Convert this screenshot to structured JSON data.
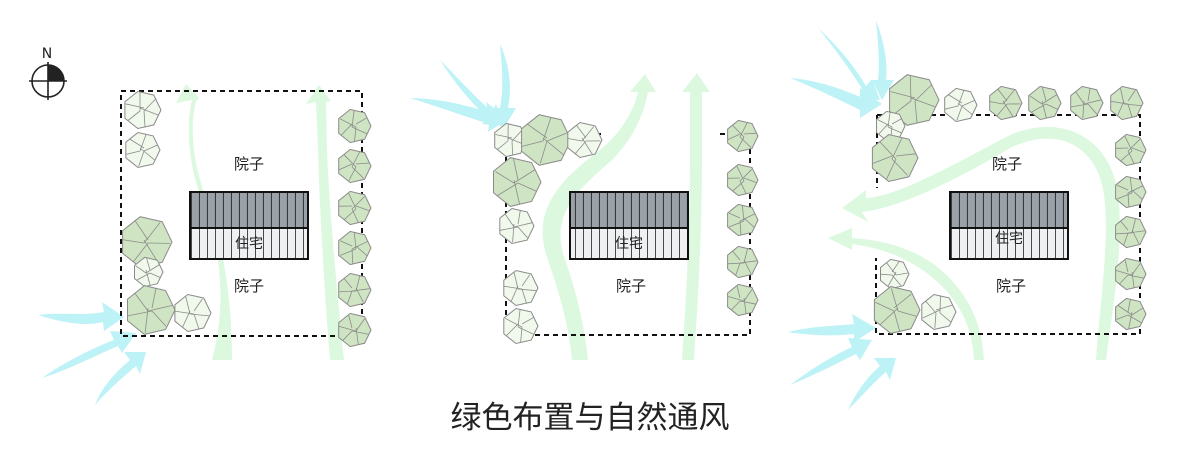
{
  "compass": {
    "north_label": "N"
  },
  "labels": {
    "yard": "院子",
    "house": "住宅"
  },
  "caption": "绿色布置与自然通风",
  "colors": {
    "tree_fill": "#dfeed6",
    "tree_fill_dark": "#cfe4c3",
    "tree_line": "#8b8b8b",
    "wind_in": "#bdf2f6",
    "wind_flow": "#dcf9df",
    "house_dark": "#9aa1a8",
    "house_light": "#eef0f2"
  },
  "panels": [
    {
      "id": "left"
    },
    {
      "id": "middle"
    },
    {
      "id": "right"
    }
  ]
}
